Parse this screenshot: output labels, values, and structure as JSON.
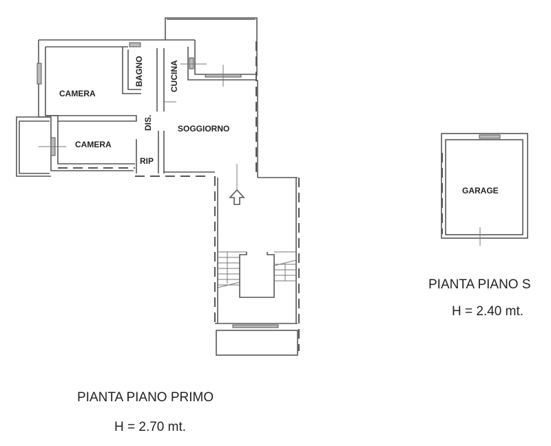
{
  "plans": {
    "first_floor": {
      "title": "PIANTA PIANO PRIMO",
      "height": "H = 2.70 mt.",
      "rooms": {
        "camera_1": "CAMERA",
        "bagno": "BAGNO",
        "cucina": "CUCINA",
        "dis": "DIS.",
        "camera_2": "CAMERA",
        "rip": "RIP",
        "soggiorno": "SOGGIORNO"
      }
    },
    "garage_floor": {
      "title": "PIANTA PIANO S",
      "height": "H = 2.40 mt.",
      "rooms": {
        "garage": "GARAGE"
      }
    }
  },
  "icons": {
    "entrance_arrow": "up-arrow-outline"
  }
}
